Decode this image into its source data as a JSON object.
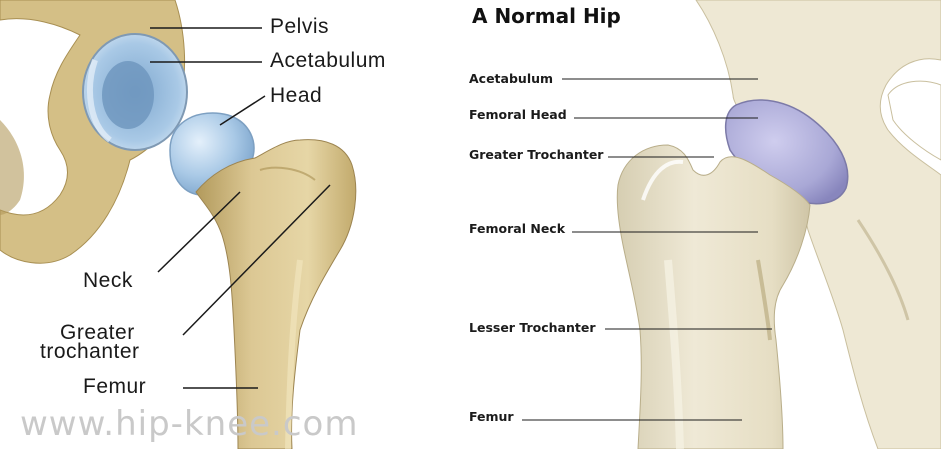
{
  "left_panel": {
    "labels": {
      "pelvis": "Pelvis",
      "acetabulum": "Acetabulum",
      "head": "Head",
      "neck": "Neck",
      "greater_trochanter_line1": "Greater",
      "greater_trochanter_line2": "trochanter",
      "femur": "Femur"
    },
    "watermark": "www.hip-knee.com"
  },
  "right_panel": {
    "title": "A Normal Hip",
    "labels": {
      "acetabulum": "Acetabulum",
      "femoral_head": "Femoral Head",
      "greater_trochanter": "Greater Trochanter",
      "femoral_neck": "Femoral Neck",
      "lesser_trochanter": "Lesser Trochanter",
      "femur": "Femur"
    }
  },
  "colors": {
    "left_bone": "#d8c48e",
    "left_bone_shadow": "#b29a5c",
    "left_cartilage": "#a9c9e6",
    "right_bone": "#ece6d2",
    "right_bone_shadow": "#cbc2a4",
    "right_cartilage": "#a9a8d6",
    "watermark": "#c9c9c9"
  }
}
